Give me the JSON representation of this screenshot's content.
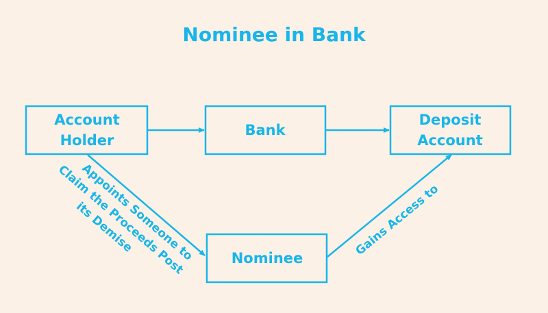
{
  "colors": {
    "background": "#fbf1e6",
    "accent": "#19b5ea"
  },
  "title": "Nominee in Bank",
  "nodes": {
    "account_holder": {
      "line1": "Account",
      "line2": "Holder"
    },
    "bank": {
      "label": "Bank"
    },
    "deposit_account": {
      "line1": "Deposit",
      "line2": "Account"
    },
    "nominee": {
      "label": "Nominee"
    }
  },
  "edges": {
    "appoints": {
      "line1": "Appoints Someone to",
      "line2": "Claim the Proceeds Post",
      "line3": "its Demise"
    },
    "gains_access": {
      "label": "Gains Access to"
    }
  }
}
